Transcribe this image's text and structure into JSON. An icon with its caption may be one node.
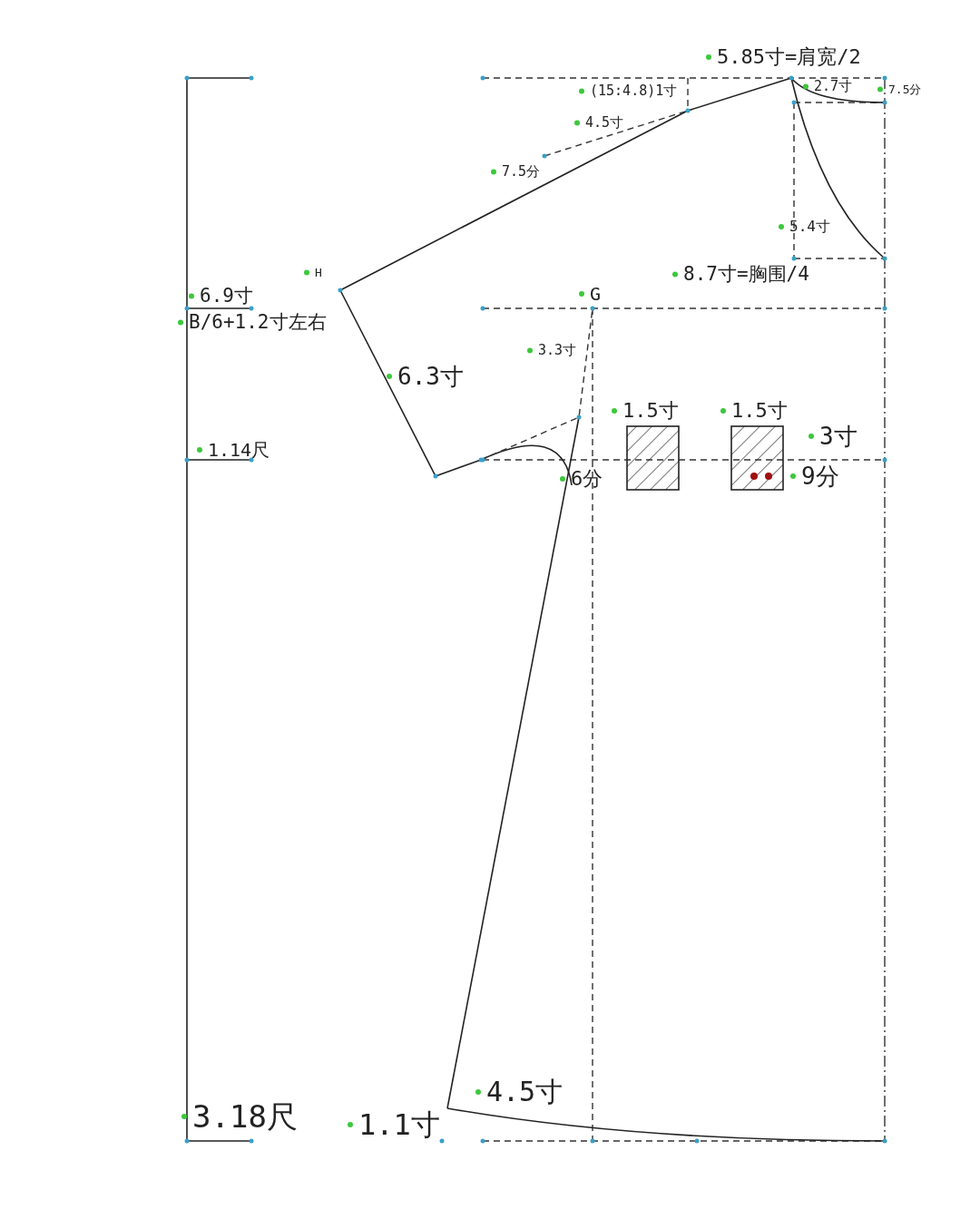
{
  "diagram": {
    "labels": [
      "5.85寸=肩宽/2",
      "(15:4.8)1寸",
      "2.7寸",
      "7.5分",
      "4.5寸",
      "7.5分",
      "5.4寸",
      "H",
      "8.7寸=胸围/4",
      "6.9寸",
      "G",
      "B/6+1.2寸左右",
      "3.3寸",
      "6.3寸",
      "1.5寸",
      "1.5寸",
      "3寸",
      "1.14尺",
      "6分",
      "9分",
      "4.5寸",
      "3.18尺",
      "1.1寸"
    ]
  }
}
